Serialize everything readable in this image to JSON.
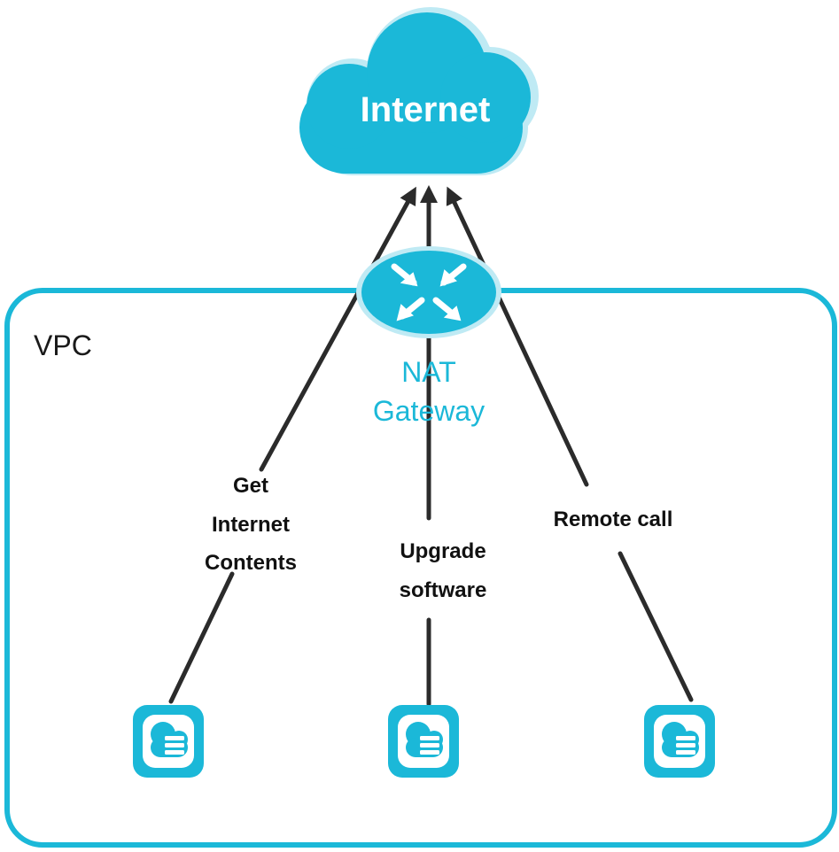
{
  "colors": {
    "accent": "#1bb8d8",
    "accent_light": "#bfeaf4",
    "line": "#2b2b2b",
    "text": "#111111"
  },
  "internet": {
    "label": "Internet",
    "icon": "cloud-icon"
  },
  "vpc": {
    "label": "VPC"
  },
  "nat": {
    "label_line1": "NAT",
    "label_line2": "Gateway",
    "icon": "router-icon"
  },
  "edges": [
    {
      "lines": [
        "Get",
        "Internet",
        "Contents"
      ]
    },
    {
      "lines": [
        "Upgrade",
        "software"
      ]
    },
    {
      "lines": [
        "Remote call"
      ]
    }
  ],
  "servers": [
    {
      "icon": "cloud-server-icon"
    },
    {
      "icon": "cloud-server-icon"
    },
    {
      "icon": "cloud-server-icon"
    }
  ]
}
